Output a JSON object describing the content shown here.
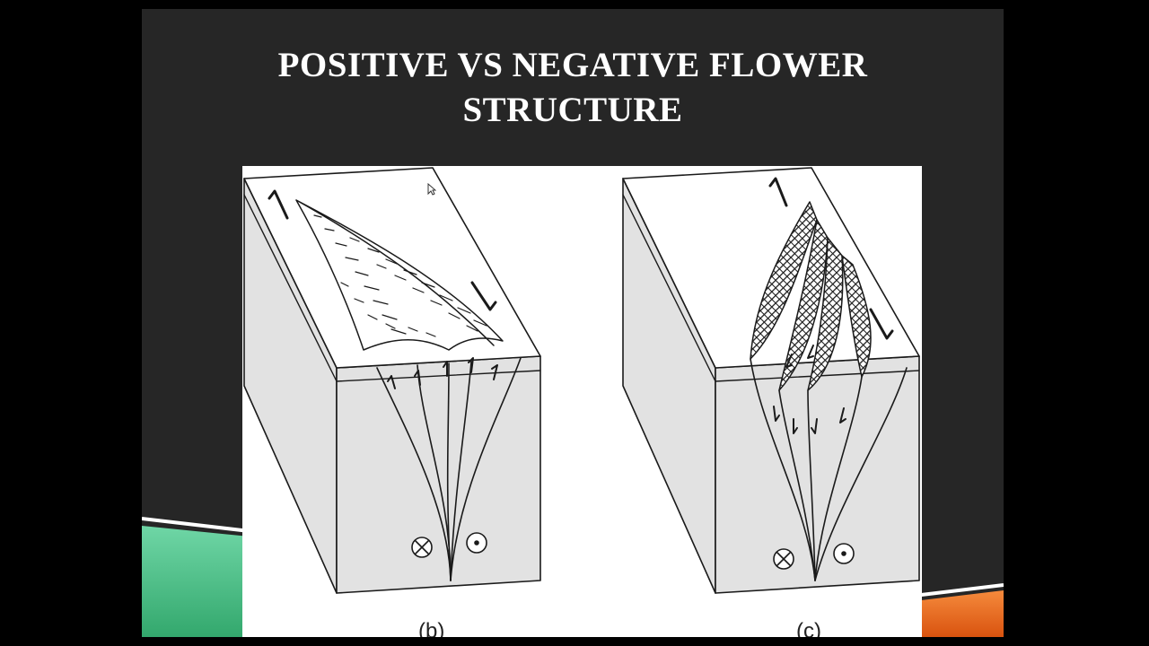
{
  "slide": {
    "title_line1": "POSITIVE VS NEGATIVE FLOWER",
    "title_line2": "STRUCTURE"
  },
  "figure": {
    "left_caption": "(b)",
    "right_caption": "(c)"
  },
  "colors": {
    "slide_background": "#262626",
    "outer_background": "#000000",
    "accent_green": "#4cbf85",
    "accent_orange": "#e8651e",
    "block_fill": "#e0e0e0"
  },
  "icons": [
    "cursor-icon",
    "into-page-symbol-icon",
    "out-of-page-symbol-icon",
    "sense-arrow-icon"
  ]
}
